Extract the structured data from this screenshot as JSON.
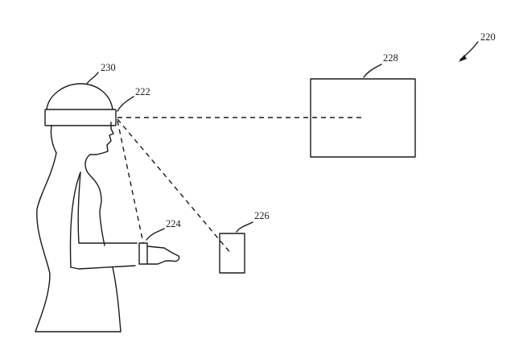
{
  "labels": {
    "system": "220",
    "head_unit": "222",
    "wrist_device": "224",
    "handheld_device": "226",
    "display_screen": "228",
    "user": "230"
  },
  "colors": {
    "ink": "#1a1a1a",
    "background": "#ffffff"
  }
}
